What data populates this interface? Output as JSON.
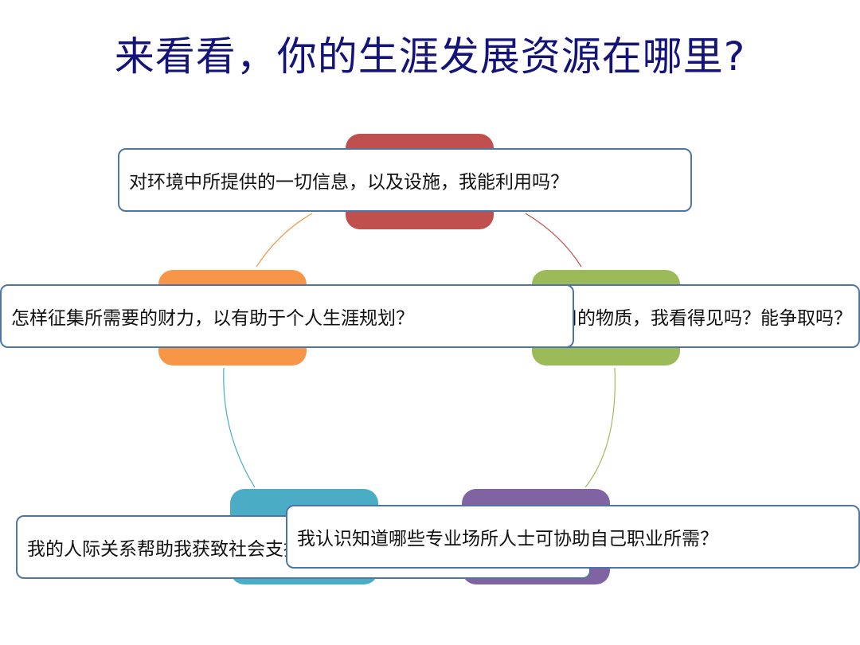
{
  "title": "来看看，你的生涯发展资源在哪里?",
  "colors": {
    "title": "#13137a",
    "red": "#c0504d",
    "green": "#9bbb59",
    "purple": "#8064a2",
    "teal": "#4bacc6",
    "orange": "#f79646",
    "callout_border": "#4f75a8"
  },
  "callouts": {
    "info": "对环境中所提供的一切信息，以及设施，我能利用吗？",
    "material": "可以利用的物质，我看得见吗？能争取吗？",
    "finance": "怎样征集所需要的财力，以有助于个人生涯规划？",
    "social": "我的人际关系帮助我获致社会支持吗？",
    "people": "我认识知道哪些专业场所人士可协助自己职业所需？"
  }
}
